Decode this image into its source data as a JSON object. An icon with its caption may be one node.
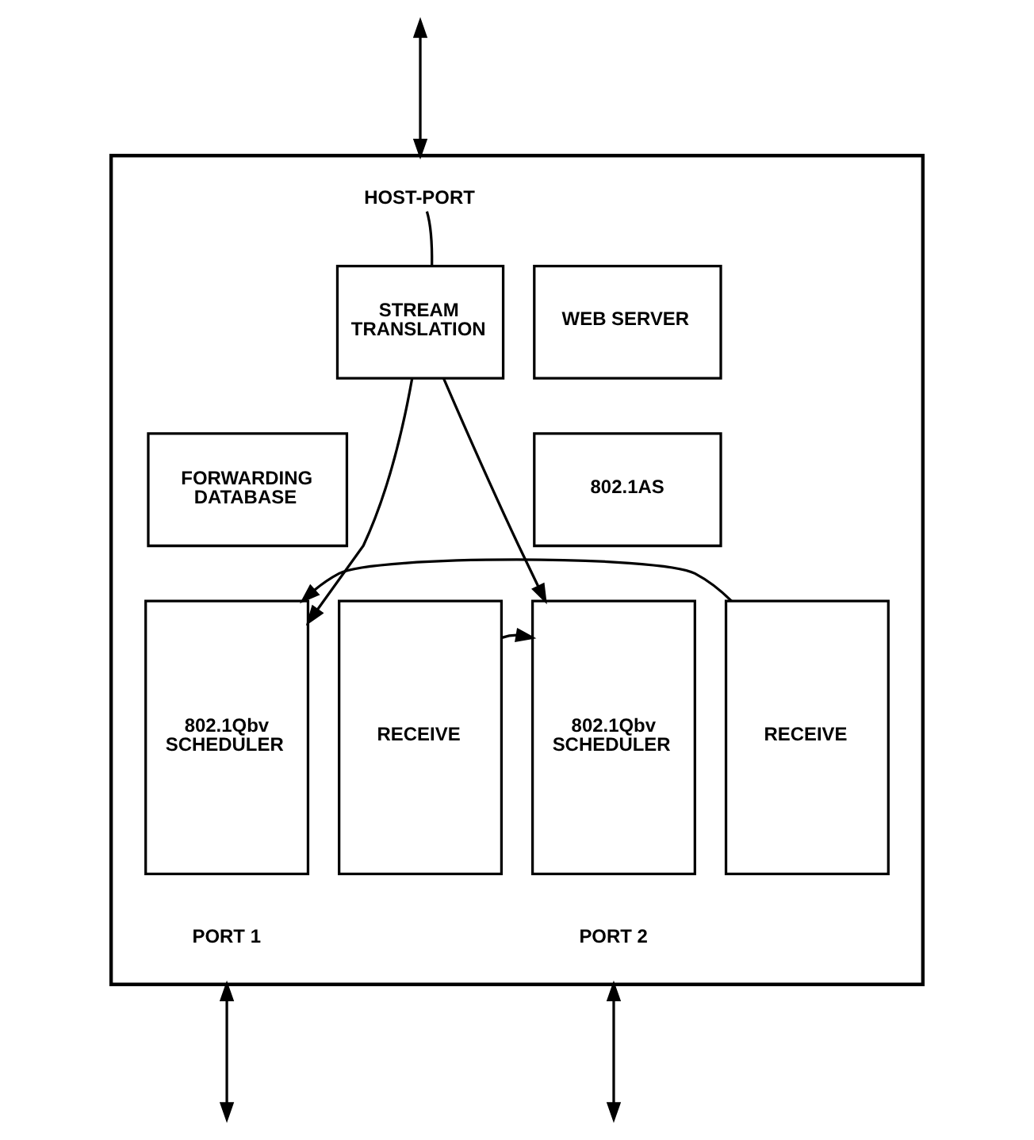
{
  "diagram": {
    "nodes": [
      {
        "text": [],
        "shape": "box"
      },
      {
        "text": [
          "HOST-PORT"
        ],
        "in": 0
      },
      {
        "text": [
          "WEB SERVER"
        ],
        "in": 0
      },
      {
        "text": [
          "STREAM TRANSLATION"
        ],
        "in": 0
      },
      {
        "text": [
          "FORWARDING DATABASE"
        ],
        "in": 0
      },
      {
        "text": [
          "802.1AS"
        ],
        "in": 0
      },
      {
        "text": [
          "802.1Qbv SCHEDULER"
        ],
        "in": 0
      },
      {
        "text": [
          "RECEIVE"
        ],
        "in": 0
      },
      {
        "text": [
          "802.1Qbv SCHEDULER"
        ],
        "in": 0
      },
      {
        "text": [
          "RECEIVE"
        ],
        "in": 0
      }
    ],
    "edges": [
      {
        "from": null,
        "to": 0,
        "arrow": "both"
      },
      {
        "from": 1,
        "to": 3,
        "arrow": "none"
      },
      {
        "from": 3,
        "to": 6,
        "arrow": "to"
      },
      {
        "from": 9,
        "to": 6,
        "arrow": "to"
      },
      {
        "from": 7,
        "to": 8,
        "arrow": "to"
      },
      {
        "from": 3,
        "to": 8,
        "arrow": "to"
      },
      {
        "from": 0,
        "to": null,
        "arrow": "both"
      },
      {
        "from": 0,
        "to": null,
        "arrow": "both"
      }
    ],
    "labels": [
      "PORT 1",
      "PORT 2"
    ]
  }
}
